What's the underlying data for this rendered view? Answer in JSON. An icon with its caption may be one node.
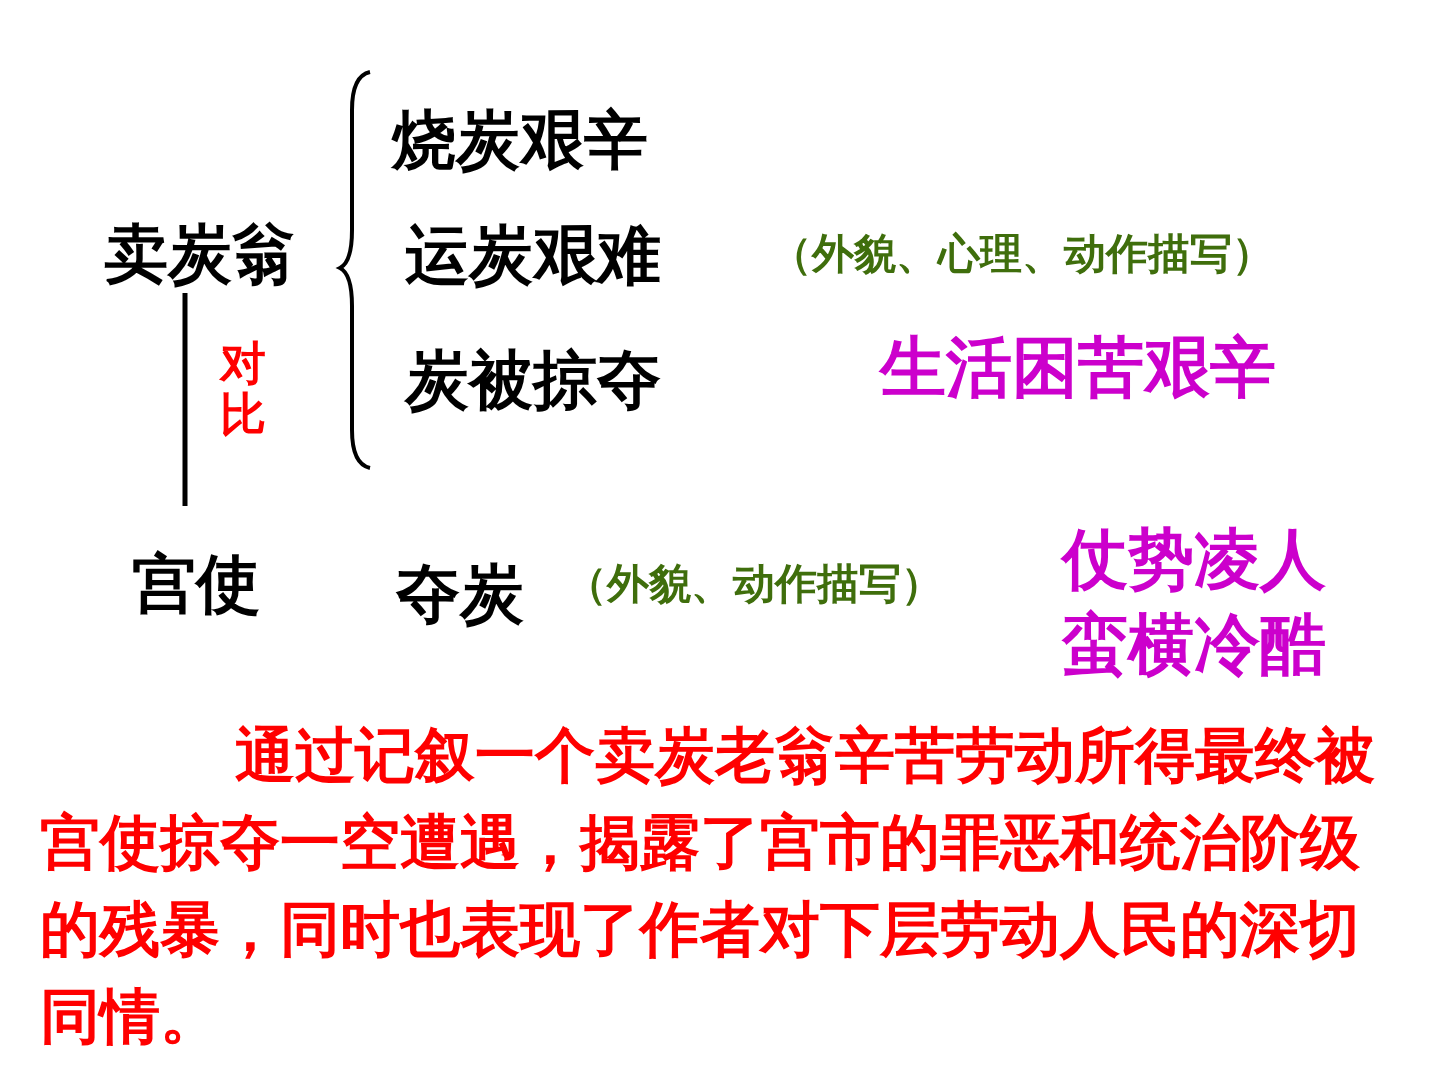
{
  "diagram": {
    "nodes": [
      {
        "text": [
          "卖炭翁"
        ]
      },
      {
        "text": [
          "宫使"
        ]
      }
    ],
    "edges": [
      {
        "from": 0,
        "to": 1,
        "arrow": "none",
        "label": "对比"
      }
    ],
    "labels": [
      "烧炭艰辛",
      "运炭艰难",
      "（外貌、心理、动作描写）",
      "炭被掠夺",
      "生活困苦艰辛",
      "夺炭",
      "（外貌、动作描写）",
      "仗势凌人",
      "蛮横冷酷",
      "通过记叙一个卖炭老翁辛苦劳动所得最终被宫使掠夺一空遭遇，揭露了宫市的罪恶和统治阶级的残暴，同时也表现了作者对下层劳动人民的深切同情。"
    ]
  }
}
